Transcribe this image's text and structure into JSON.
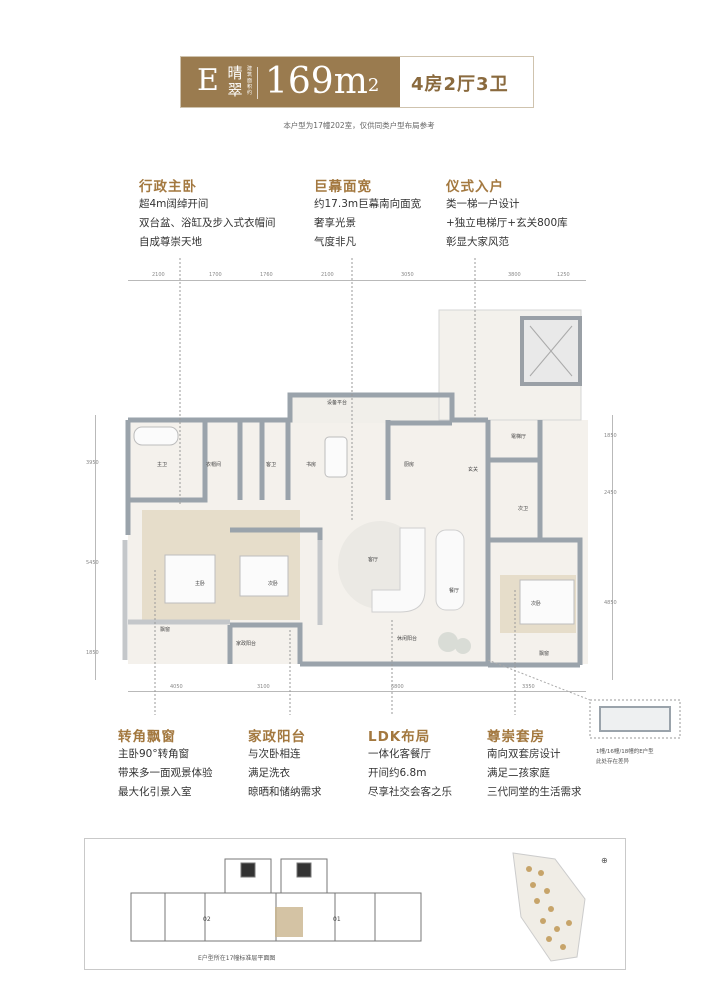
{
  "header": {
    "letter": "E",
    "name": "晴翠",
    "name_sub": "建筑面积约",
    "area_value": "169m",
    "area_sup": "2",
    "layout": "4房2厅3卫"
  },
  "note": "本户型为17幢202室，仅供同类户型布局参考",
  "features_top": [
    {
      "title": "行政主卧",
      "lines": [
        "超4m阔绰开间",
        "双台盆、浴缸及步入式衣帽间",
        "自成尊崇天地"
      ]
    },
    {
      "title": "巨幕面宽",
      "lines": [
        "约17.3m巨幕南向面宽",
        "奢享光景",
        "气度非凡"
      ]
    },
    {
      "title": "仪式入户",
      "lines": [
        "类一梯一户设计",
        "+独立电梯厅+玄关800库",
        "彰显大家风范"
      ]
    }
  ],
  "features_bottom": [
    {
      "title": "转角飘窗",
      "lines": [
        "主卧90°转角窗",
        "带来多一面观景体验",
        "最大化引景入室"
      ]
    },
    {
      "title": "家政阳台",
      "lines": [
        "与次卧相连",
        "满足洗衣",
        "晾晒和储纳需求"
      ]
    },
    {
      "title": "LDK布局",
      "lines": [
        "一体化客餐厅",
        "开间约6.8m",
        "尽享社交会客之乐"
      ]
    },
    {
      "title": "尊崇套房",
      "lines": [
        "南向双套房设计",
        "满足二孩家庭",
        "三代同堂的生活需求"
      ]
    }
  ],
  "plan": {
    "top_dims": [
      "2100",
      "1700",
      "1760",
      "2100",
      "3050",
      "3800",
      "1250"
    ],
    "bottom_dims": [
      "4050",
      "3100",
      "6800",
      "3350"
    ],
    "left_dims": [
      "3950",
      "5450",
      "1850"
    ],
    "right_dims": [
      "1850",
      "2450",
      "4850"
    ],
    "rooms": {
      "equipment_platform": "设备平台",
      "master_bath": "主卫",
      "cloakroom": "衣帽间",
      "guest_bath": "客卫",
      "study": "书房",
      "kitchen": "厨房",
      "foyer": "玄关",
      "elevator_hall": "電梯厅",
      "second_bath": "次卫",
      "master_bed": "主卧",
      "second_bed_a": "次卧",
      "living": "客厅",
      "dining": "餐厅",
      "second_bed_b": "次卧",
      "bay_window_a": "飘窗",
      "service_balcony": "家政阳台",
      "living_balcony": "休闲阳台",
      "bay_window_b": "飘窗"
    }
  },
  "callout_caption": [
    "1幢/16幢/18幢的E户型",
    "此处存在差异"
  ],
  "site": {
    "caption": "E户型所在17幢标准层平面图",
    "unit_labels": [
      "02",
      "01"
    ]
  },
  "colors": {
    "gold": "#9a7b4f",
    "title_gold": "#a3783f"
  }
}
